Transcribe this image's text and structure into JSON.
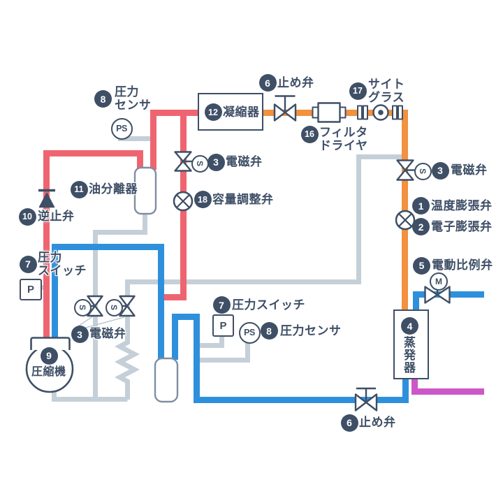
{
  "colors": {
    "discharge_red": "#ee6571",
    "liquid_orange": "#f2913f",
    "suction_blue": "#2e90dc",
    "water_magenta": "#cd57c8",
    "pipe_gray": "#c5cfd8",
    "symbol_navy": "#3e4f66",
    "vessel_gray": "#7e8ea2"
  },
  "labels": {
    "pressure_sensor_top": {
      "no": "8",
      "text": "圧力\nセンサ"
    },
    "condenser": {
      "no": "12",
      "text": "凝縮器"
    },
    "stop_valve_top": {
      "no": "6",
      "text": "止め弁"
    },
    "sight_glass": {
      "no": "17",
      "text": "サイト\nグラス"
    },
    "filter_dryer": {
      "no": "16",
      "text": "フィルタ\nドライヤ"
    },
    "solenoid_top": {
      "no": "3",
      "text": "電磁弁"
    },
    "capacity_valve": {
      "no": "18",
      "text": "容量調整弁"
    },
    "solenoid_right": {
      "no": "3",
      "text": "電磁弁"
    },
    "thermal_exp_valve": {
      "no": "1",
      "text": "温度膨張弁"
    },
    "electronic_exp_valve": {
      "no": "2",
      "text": "電子膨張弁"
    },
    "motor_prop_valve": {
      "no": "5",
      "text": "電動比例弁"
    },
    "evaporator": {
      "no": "4",
      "text": "蒸\n発\n器"
    },
    "oil_separator": {
      "no": "11",
      "text": "油分離器"
    },
    "check_valve": {
      "no": "10",
      "text": "逆止弁"
    },
    "pressure_switch_left": {
      "no": "7",
      "text": "圧力\nスイッチ"
    },
    "compressor": {
      "no": "9",
      "text": "圧縮機"
    },
    "solenoid_mid": {
      "no": "3",
      "text": "電磁弁"
    },
    "pressure_switch_mid": {
      "no": "7",
      "text": "圧力スイッチ"
    },
    "pressure_sensor_mid": {
      "no": "8",
      "text": "圧力センサ"
    },
    "stop_valve_bottom": {
      "no": "6",
      "text": "止め弁"
    }
  },
  "instruments": {
    "ps": "PS",
    "p": "P",
    "s": "S",
    "m": "M"
  }
}
